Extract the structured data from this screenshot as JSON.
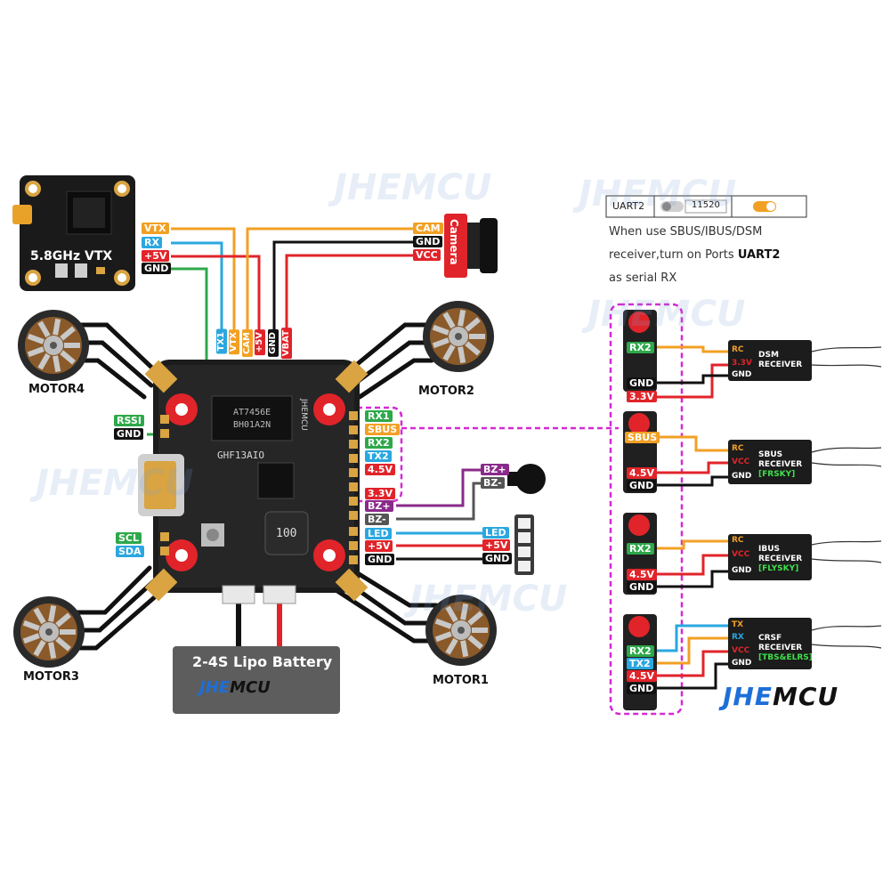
{
  "vtx": {
    "title": "5.8GHz VTX"
  },
  "camera": {
    "title": "Camera",
    "pins": [
      "CAM",
      "GND",
      "VCC"
    ]
  },
  "vtx_pins": [
    "VTX",
    "RX",
    "+5V",
    "GND"
  ],
  "top_pads": [
    "TX1",
    "VTX",
    "CAM",
    "+5V",
    "GND",
    "VBAT"
  ],
  "left_pads": {
    "rssi": "RSSI",
    "gnd": "GND",
    "scl": "SCL",
    "sda": "SDA"
  },
  "right_pads": [
    "RX1",
    "SBUS",
    "RX2",
    "TX2",
    "4.5V",
    "3.3V",
    "BZ+",
    "BZ-",
    "LED",
    "+5V",
    "GND"
  ],
  "buzzer_pins": [
    "BZ+",
    "BZ-"
  ],
  "led_pins": [
    "LED",
    "+5V",
    "GND"
  ],
  "motors": {
    "m1": "MOTOR1",
    "m2": "MOTOR2",
    "m3": "MOTOR3",
    "m4": "MOTOR4"
  },
  "battery": {
    "label": "2-4S Lipo Battery",
    "brand_blue": "JHE",
    "brand_dark": "MCU"
  },
  "board": {
    "chip_text_1": "AT7456E",
    "chip_text_2": "BH01A2N",
    "silk": "GHF13AIO",
    "inductor": "100",
    "brand_silk": "JHEMCU"
  },
  "uart_setting": {
    "name": "UART2",
    "value": "11520"
  },
  "note": {
    "line1": "When use SBUS/IBUS/DSM",
    "line2_a": "receiver,turn on Ports ",
    "line2_b": "UART2",
    "line3": "as serial RX"
  },
  "receivers": [
    {
      "board_pads": [
        "RX2",
        "GND",
        "3.3V"
      ],
      "wire_labels": [
        "RC",
        "3.3V",
        "GND"
      ],
      "title": "DSM",
      "subtitle": "RECEIVER",
      "tag": ""
    },
    {
      "board_pads": [
        "SBUS",
        "4.5V",
        "GND"
      ],
      "wire_labels": [
        "RC",
        "VCC",
        "GND"
      ],
      "title": "SBUS",
      "subtitle": "RECEIVER",
      "tag": "[FRSKY]"
    },
    {
      "board_pads": [
        "RX2",
        "4.5V",
        "GND"
      ],
      "wire_labels": [
        "RC",
        "VCC",
        "GND"
      ],
      "title": "IBUS",
      "subtitle": "RECEIVER",
      "tag": "[FLYSKY]"
    },
    {
      "board_pads": [
        "RX2",
        "TX2",
        "4.5V",
        "GND"
      ],
      "wire_labels": [
        "TX",
        "RX",
        "VCC",
        "GND"
      ],
      "title": "CRSF",
      "subtitle": "RECEIVER",
      "tag": "[TBS&ELRS]"
    }
  ],
  "logo": {
    "blue": "JHE",
    "dark": "MCU"
  },
  "watermark": "JHEMCU",
  "colors": {
    "orange": "#f2a024",
    "blue": "#2aa7e0",
    "red": "#e0242a",
    "black": "#111111",
    "green": "#2ea84a",
    "purple": "#8a2a8a",
    "magenta": "#d42ad4",
    "gray": "#555555",
    "brand_blue": "#1d6fd8",
    "pcb": "#1a1a1a"
  }
}
